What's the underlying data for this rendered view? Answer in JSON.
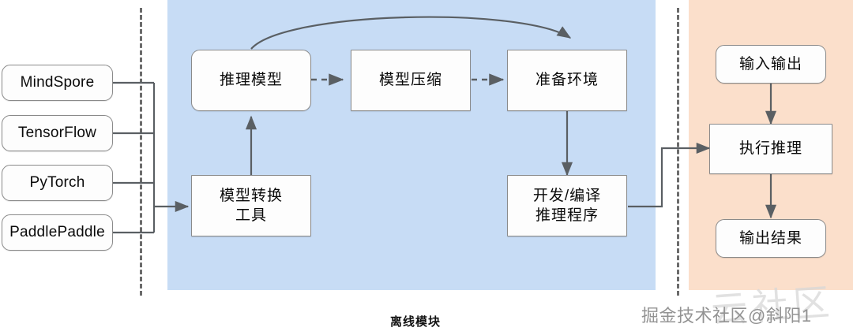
{
  "diagram": {
    "title_offline": "离线模块",
    "regions": {
      "offline": {
        "label": "离线模块",
        "color": "#c7dcf5"
      },
      "online": {
        "color": "#fbdfcb"
      }
    },
    "frameworks": [
      {
        "id": "mindspore",
        "label": "MindSpore"
      },
      {
        "id": "tensorflow",
        "label": "TensorFlow"
      },
      {
        "id": "pytorch",
        "label": "PyTorch"
      },
      {
        "id": "paddlepaddle",
        "label": "PaddlePaddle"
      }
    ],
    "offline_nodes": [
      {
        "id": "inference-model",
        "label": "推理模型",
        "shape": "rounded"
      },
      {
        "id": "model-compression",
        "label": "模型压缩",
        "shape": "sharp"
      },
      {
        "id": "prepare-environment",
        "label": "准备环境",
        "shape": "sharp"
      },
      {
        "id": "model-conversion-tool",
        "label_line1": "模型转换",
        "label_line2": "工具",
        "shape": "sharp"
      },
      {
        "id": "develop-compile-program",
        "label_line1": "开发/编译",
        "label_line2": "推理程序",
        "shape": "sharp"
      }
    ],
    "online_nodes": [
      {
        "id": "input-output",
        "label": "输入输出",
        "shape": "rounded"
      },
      {
        "id": "execute-inference",
        "label": "执行推理",
        "shape": "sharp"
      },
      {
        "id": "output-result",
        "label": "输出结果",
        "shape": "rounded"
      }
    ],
    "watermark": {
      "credit": "掘金技术社区@斜阳1",
      "ghost": "云社区"
    }
  }
}
